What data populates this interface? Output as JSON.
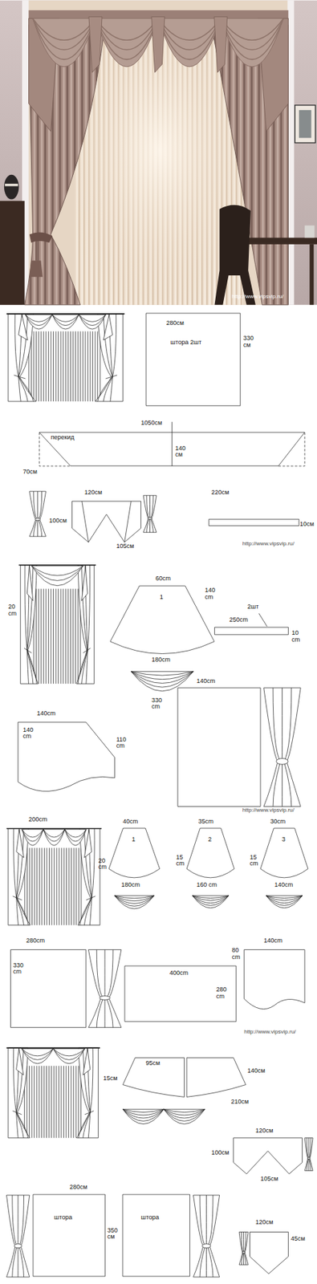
{
  "diagram": {
    "nodes": [
      {
        "text": [
          "280см",
          "штора 2шт"
        ]
      },
      {
        "text": [
          "перекид",
          "140 см"
        ]
      },
      {
        "text": [
          "1"
        ]
      },
      {
        "text": [
          "1"
        ]
      },
      {
        "text": [
          "2"
        ]
      },
      {
        "text": [
          "3"
        ]
      },
      {
        "text": [
          "400cm",
          "280 cm"
        ]
      },
      {
        "text": [
          "штора"
        ]
      },
      {
        "text": [
          "штора"
        ]
      }
    ],
    "labels": [
      "http://www.vipsvip.ru/",
      "330 см",
      "1050см",
      "70см",
      "120см",
      "100см",
      "105см",
      "220см",
      "10см",
      "http://www.vipsvip.ru/",
      "60cm",
      "140 cm",
      "20 cm",
      "180cm",
      "2шт",
      "250cm",
      "10 cm",
      "140cm",
      "140 cm",
      "110 cm",
      "140cm",
      "330 cm",
      "http://www.vipsvip.ru/",
      "200cm",
      "40cm",
      "20 cm",
      "180cm",
      "35cm",
      "15 cm",
      "160 cm",
      "30cm",
      "15 cm",
      "140cm",
      "280cm",
      "330 cm",
      "140cm",
      "80 cm",
      "http://www.vipsvip.ru/",
      "95см",
      "140см",
      "15см",
      "210см",
      "120см",
      "100см",
      "105см",
      "280см",
      "350 см",
      "120см",
      "45см"
    ]
  }
}
